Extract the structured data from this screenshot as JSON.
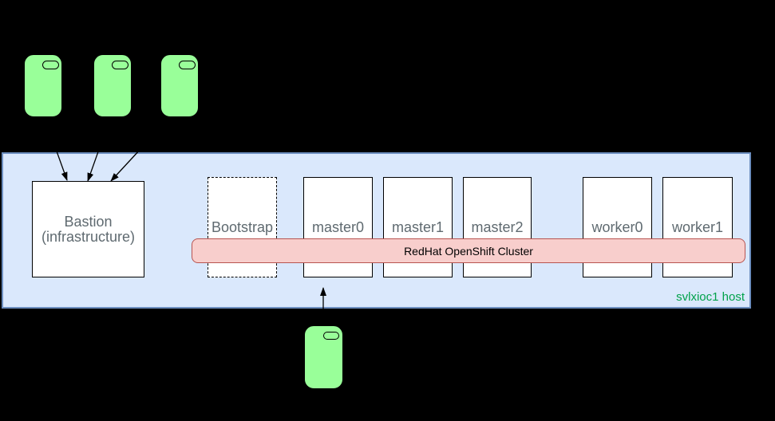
{
  "host": {
    "label": "svlxioc1 host"
  },
  "bastion": {
    "label": "Bastion\n(infrastructure)"
  },
  "nodes": [
    {
      "label": "Bootstrap",
      "style": "dashed"
    },
    {
      "label": "master0"
    },
    {
      "label": "master1"
    },
    {
      "label": "master2"
    },
    {
      "label": "worker0"
    },
    {
      "label": "worker1"
    }
  ],
  "band": {
    "label": "RedHat OpenShift Cluster"
  },
  "icons": {
    "top_devices": [
      "mobile-device-icon",
      "mobile-device-icon",
      "mobile-device-icon"
    ],
    "bottom_device": "mobile-device-icon"
  },
  "colors": {
    "canvas_bg": "#000000",
    "host_fill": "#DAE8FC",
    "host_border": "#6C8EBF",
    "node_fill": "#FFFFFF",
    "node_border": "#000000",
    "node_label": "#5F6A70",
    "band_fill": "#F8CECC",
    "band_border": "#B85450",
    "band_label": "#000000",
    "device_fill": "#99FF99",
    "device_border": "#000000",
    "host_label_color": "#00A24A",
    "arrow": "#000000"
  }
}
